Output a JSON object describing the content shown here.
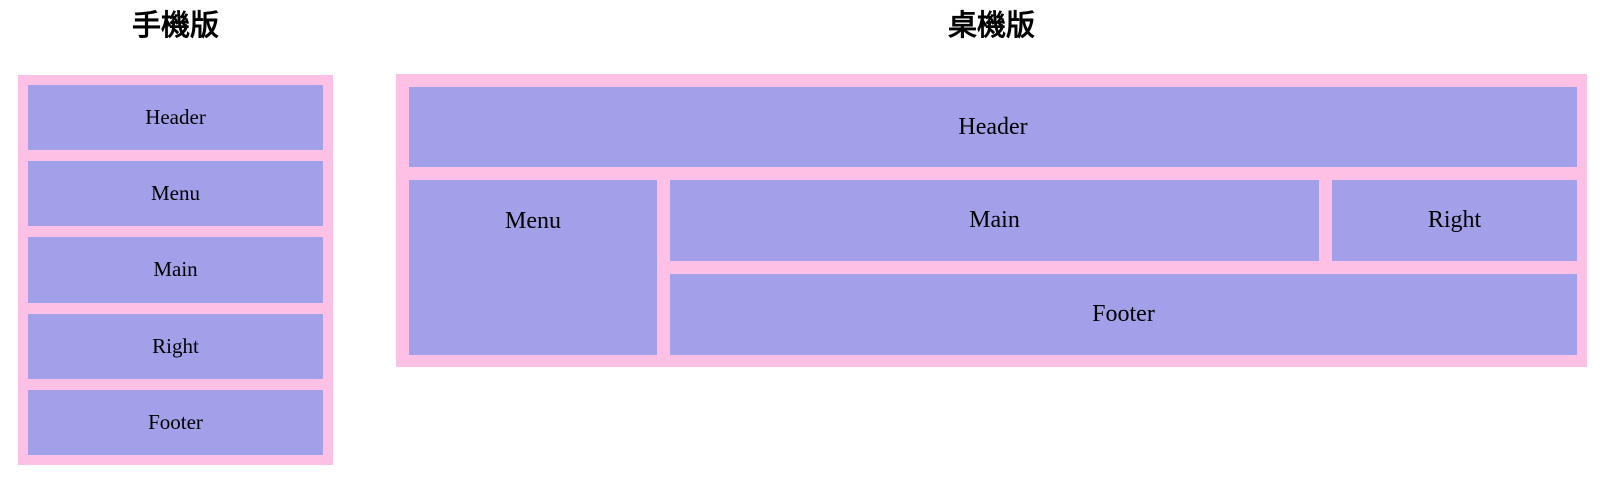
{
  "colors": {
    "container_pink": "#ffc0e6",
    "box_purple": "#a2a0e8",
    "text": "#000000"
  },
  "mobile": {
    "title": "手機版",
    "boxes": [
      "Header",
      "Menu",
      "Main",
      "Right",
      "Footer"
    ]
  },
  "desktop": {
    "title": "桌機版",
    "boxes": {
      "header": "Header",
      "menu": "Menu",
      "main": "Main",
      "right": "Right",
      "footer": "Footer"
    }
  }
}
